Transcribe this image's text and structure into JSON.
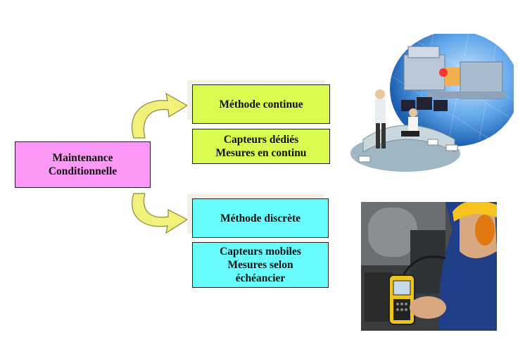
{
  "colors": {
    "root_box": "#fb98f6",
    "continuous_box": "#d9fb4f",
    "discrete_box": "#67fdfd",
    "arrow_fill": "#f0f07a",
    "arrow_stroke": "#8a8a3a"
  },
  "root": {
    "lines": [
      "Maintenance",
      "Conditionnelle"
    ]
  },
  "continuous": {
    "title": "Méthode continue",
    "desc_lines": [
      "Capteurs dédiés",
      "Mesures en continu"
    ]
  },
  "discrete": {
    "title": "Méthode discrète",
    "desc_lines": [
      "Capteurs mobiles",
      "Mesures selon",
      "échéancier"
    ]
  },
  "images": {
    "control_room": "control-room-illustration",
    "field_measurement": "technician-handheld-analyzer-photo"
  }
}
